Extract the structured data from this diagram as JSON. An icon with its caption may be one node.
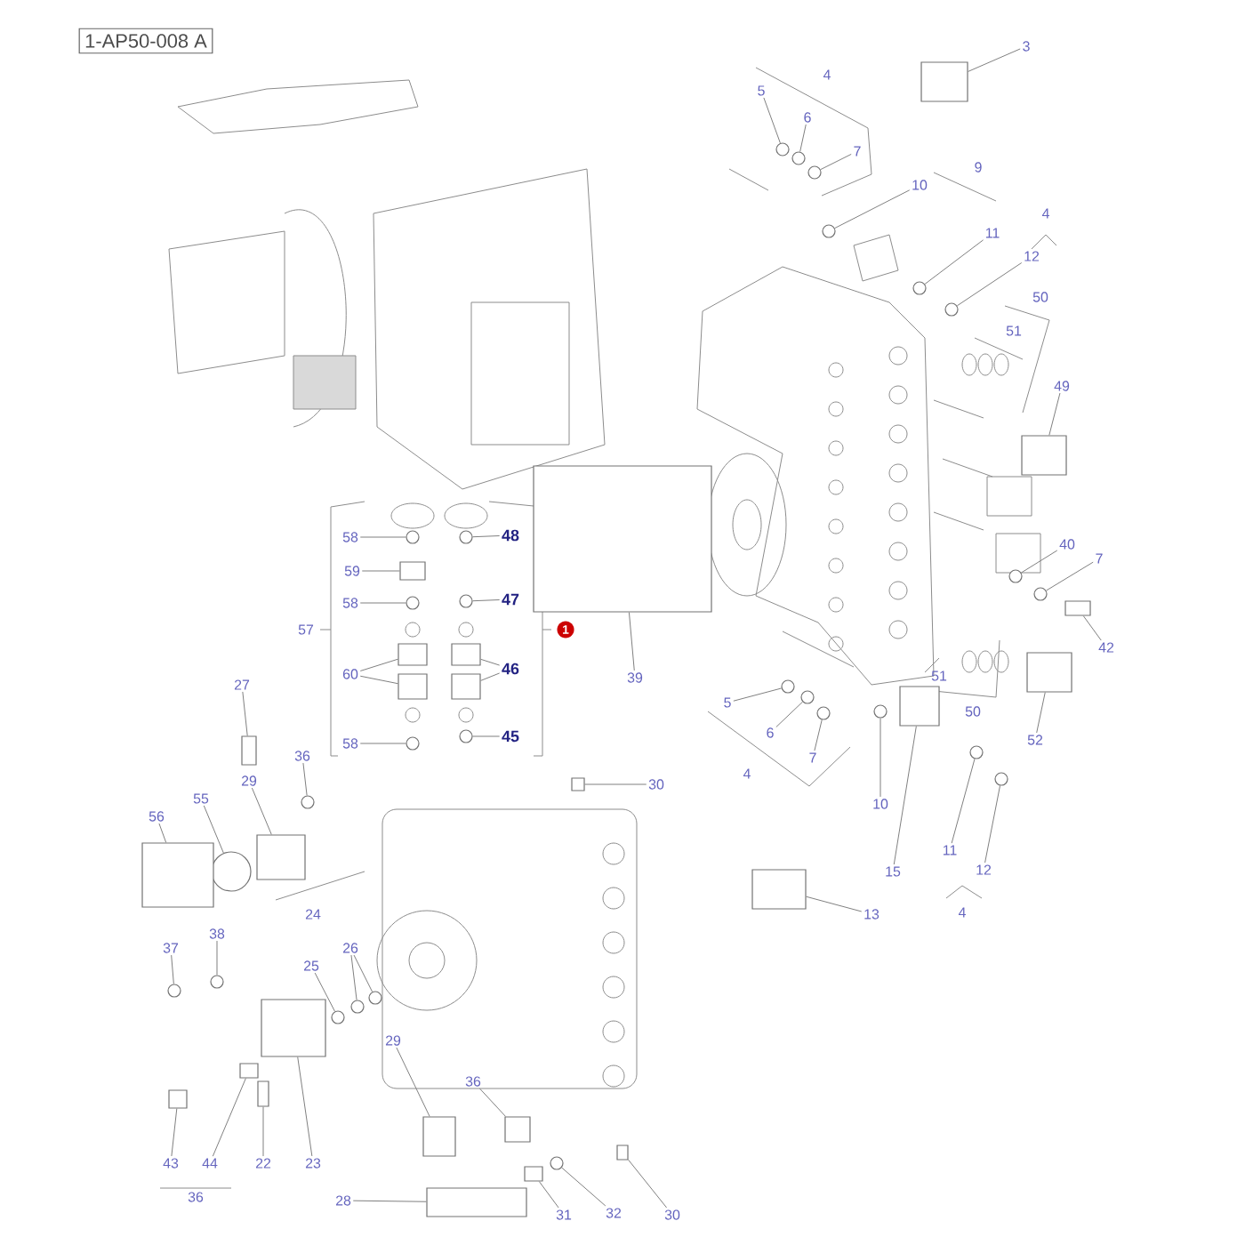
{
  "diagram": {
    "nodes": [
      {
        "text": [
          "1-AP50-008 A"
        ]
      },
      {
        "text": [
          "3"
        ]
      },
      {
        "text": [
          "5"
        ]
      },
      {
        "text": [
          "6"
        ]
      },
      {
        "text": [
          "7"
        ]
      },
      {
        "text": [
          "10"
        ]
      },
      {
        "text": [
          "11"
        ]
      },
      {
        "text": [
          "12"
        ]
      },
      {
        "text": [
          "49"
        ]
      },
      {
        "text": [
          "58"
        ]
      },
      {
        "text": [
          "48"
        ]
      },
      {
        "text": [
          "59"
        ]
      },
      {
        "text": [
          "58"
        ]
      },
      {
        "text": [
          "47"
        ]
      },
      {
        "text": [
          "40"
        ]
      },
      {
        "text": [
          "7"
        ]
      },
      {
        "text": [
          "42"
        ]
      },
      {
        "text": [
          "60"
        ]
      },
      {
        "text": [
          "46"
        ]
      },
      {
        "text": [
          "39"
        ]
      },
      {
        "text": [
          "27"
        ]
      },
      {
        "text": [
          "5"
        ]
      },
      {
        "text": [
          "6"
        ]
      },
      {
        "text": [
          "58"
        ]
      },
      {
        "text": [
          "45"
        ]
      },
      {
        "text": [
          "52"
        ]
      },
      {
        "text": [
          "7"
        ]
      },
      {
        "text": [
          "36"
        ]
      },
      {
        "text": [
          "29"
        ]
      },
      {
        "text": [
          "30"
        ]
      },
      {
        "text": [
          "55"
        ]
      },
      {
        "text": [
          "10"
        ]
      },
      {
        "text": [
          "56"
        ]
      },
      {
        "text": [
          "11"
        ]
      },
      {
        "text": [
          "15"
        ]
      },
      {
        "text": [
          "12"
        ]
      },
      {
        "text": [
          "13"
        ]
      },
      {
        "text": [
          "38"
        ]
      },
      {
        "text": [
          "26"
        ]
      },
      {
        "text": [
          "37"
        ]
      },
      {
        "text": [
          "25"
        ]
      },
      {
        "text": [
          "29"
        ]
      },
      {
        "text": [
          "36"
        ]
      },
      {
        "text": [
          "43"
        ]
      },
      {
        "text": [
          "44"
        ]
      },
      {
        "text": [
          "22"
        ]
      },
      {
        "text": [
          "23"
        ]
      },
      {
        "text": [
          "28"
        ]
      },
      {
        "text": [
          "31"
        ]
      },
      {
        "text": [
          "32"
        ]
      },
      {
        "text": [
          "30"
        ]
      },
      {
        "text": [],
        "shape": "box"
      },
      {
        "text": [],
        "shape": "circle"
      },
      {
        "text": [],
        "shape": "circle"
      },
      {
        "text": [],
        "shape": "circle"
      },
      {
        "text": [],
        "shape": "circle"
      },
      {
        "text": [],
        "shape": "circle"
      },
      {
        "text": [],
        "shape": "circle"
      },
      {
        "text": [],
        "shape": "box"
      },
      {
        "text": [],
        "shape": "circle"
      },
      {
        "text": [],
        "shape": "circle"
      },
      {
        "text": [],
        "shape": "box"
      },
      {
        "text": [],
        "shape": "circle"
      },
      {
        "text": [],
        "shape": "circle"
      },
      {
        "text": [],
        "shape": "circle"
      },
      {
        "text": [],
        "shape": "circle"
      },
      {
        "text": [],
        "shape": "box"
      },
      {
        "text": [],
        "shape": "box"
      },
      {
        "text": [],
        "shape": "box"
      },
      {
        "text": [],
        "shape": "box"
      },
      {
        "text": [],
        "shape": "box"
      },
      {
        "text": [],
        "shape": "box"
      },
      {
        "text": [],
        "shape": "box"
      },
      {
        "text": [],
        "shape": "circle"
      },
      {
        "text": [],
        "shape": "circle"
      },
      {
        "text": [],
        "shape": "circle"
      },
      {
        "text": [],
        "shape": "circle"
      },
      {
        "text": [],
        "shape": "box"
      },
      {
        "text": [],
        "shape": "circle"
      },
      {
        "text": [],
        "shape": "circle"
      },
      {
        "text": [],
        "shape": "box"
      },
      {
        "text": [],
        "shape": "box"
      },
      {
        "text": [],
        "shape": "circle"
      },
      {
        "text": [],
        "shape": "circle"
      },
      {
        "text": [],
        "shape": "box"
      },
      {
        "text": [],
        "shape": "circle"
      },
      {
        "text": [],
        "shape": "box"
      },
      {
        "text": [],
        "shape": "circle"
      },
      {
        "text": [],
        "shape": "box"
      },
      {
        "text": [],
        "shape": "circle"
      },
      {
        "text": [],
        "shape": "circle"
      },
      {
        "text": [],
        "shape": "circle"
      },
      {
        "text": [],
        "shape": "circle"
      },
      {
        "text": [],
        "shape": "circle"
      },
      {
        "text": [],
        "shape": "box"
      },
      {
        "text": [],
        "shape": "box"
      },
      {
        "text": [],
        "shape": "box"
      },
      {
        "text": [],
        "shape": "box"
      },
      {
        "text": [],
        "shape": "box"
      },
      {
        "text": [],
        "shape": "box"
      },
      {
        "text": [],
        "shape": "box"
      },
      {
        "text": [],
        "shape": "box"
      },
      {
        "text": [],
        "shape": "circle"
      },
      {
        "text": [],
        "shape": "box"
      }
    ],
    "edges": [
      {
        "from": 1,
        "to": 51,
        "arrow": "none"
      },
      {
        "from": 2,
        "to": 52,
        "arrow": "none"
      },
      {
        "from": 3,
        "to": 53,
        "arrow": "none"
      },
      {
        "from": 4,
        "to": 54,
        "arrow": "none"
      },
      {
        "from": 5,
        "to": 55,
        "arrow": "none"
      },
      {
        "from": 6,
        "to": 56,
        "arrow": "none"
      },
      {
        "from": 7,
        "to": 57,
        "arrow": "none"
      },
      {
        "from": 8,
        "to": 58,
        "arrow": "none"
      },
      {
        "from": 9,
        "to": 59,
        "arrow": "none"
      },
      {
        "from": 10,
        "to": 60,
        "arrow": "none"
      },
      {
        "from": 11,
        "to": 61,
        "arrow": "none"
      },
      {
        "from": 12,
        "to": 62,
        "arrow": "none"
      },
      {
        "from": 13,
        "to": 63,
        "arrow": "none"
      },
      {
        "from": 14,
        "to": 64,
        "arrow": "none"
      },
      {
        "from": 15,
        "to": 65,
        "arrow": "none"
      },
      {
        "from": 16,
        "to": 66,
        "arrow": "none"
      },
      {
        "from": 17,
        "to": 67,
        "arrow": "none"
      },
      {
        "from": 17,
        "to": 68,
        "arrow": "none"
      },
      {
        "from": 18,
        "to": 69,
        "arrow": "none"
      },
      {
        "from": 18,
        "to": 70,
        "arrow": "none"
      },
      {
        "from": 19,
        "to": 71,
        "arrow": "none"
      },
      {
        "from": 20,
        "to": 72,
        "arrow": "none"
      },
      {
        "from": 21,
        "to": 73,
        "arrow": "none"
      },
      {
        "from": 22,
        "to": 74,
        "arrow": "none"
      },
      {
        "from": 23,
        "to": 75,
        "arrow": "none"
      },
      {
        "from": 24,
        "to": 76,
        "arrow": "none"
      },
      {
        "from": 25,
        "to": 77,
        "arrow": "none"
      },
      {
        "from": 26,
        "to": 78,
        "arrow": "none"
      },
      {
        "from": 27,
        "to": 79,
        "arrow": "none"
      },
      {
        "from": 28,
        "to": 80,
        "arrow": "none"
      },
      {
        "from": 29,
        "to": 81,
        "arrow": "none"
      },
      {
        "from": 30,
        "to": 82,
        "arrow": "none"
      },
      {
        "from": 31,
        "to": 83,
        "arrow": "none"
      },
      {
        "from": 32,
        "to": 84,
        "arrow": "none"
      },
      {
        "from": 33,
        "to": 85,
        "arrow": "none"
      },
      {
        "from": 34,
        "to": 86,
        "arrow": "none"
      },
      {
        "from": 35,
        "to": 87,
        "arrow": "none"
      },
      {
        "from": 36,
        "to": 88,
        "arrow": "none"
      },
      {
        "from": 37,
        "to": 89,
        "arrow": "none"
      },
      {
        "from": 38,
        "to": 90,
        "arrow": "none"
      },
      {
        "from": 38,
        "to": 91,
        "arrow": "none"
      },
      {
        "from": 39,
        "to": 92,
        "arrow": "none"
      },
      {
        "from": 40,
        "to": 93,
        "arrow": "none"
      },
      {
        "from": 41,
        "to": 94,
        "arrow": "none"
      },
      {
        "from": 42,
        "to": 95,
        "arrow": "none"
      },
      {
        "from": 43,
        "to": 96,
        "arrow": "none"
      },
      {
        "from": 44,
        "to": 97,
        "arrow": "none"
      },
      {
        "from": 45,
        "to": 98,
        "arrow": "none"
      },
      {
        "from": 46,
        "to": 99,
        "arrow": "none"
      },
      {
        "from": 47,
        "to": 100,
        "arrow": "none"
      },
      {
        "from": 48,
        "to": 101,
        "arrow": "none"
      },
      {
        "from": 49,
        "to": 102,
        "arrow": "none"
      },
      {
        "from": 50,
        "to": 103,
        "arrow": "none"
      }
    ],
    "labels": [
      "4",
      "9",
      "4",
      "50",
      "51",
      "57",
      "1",
      "51",
      "50",
      "4",
      "4",
      "24",
      "36"
    ]
  }
}
